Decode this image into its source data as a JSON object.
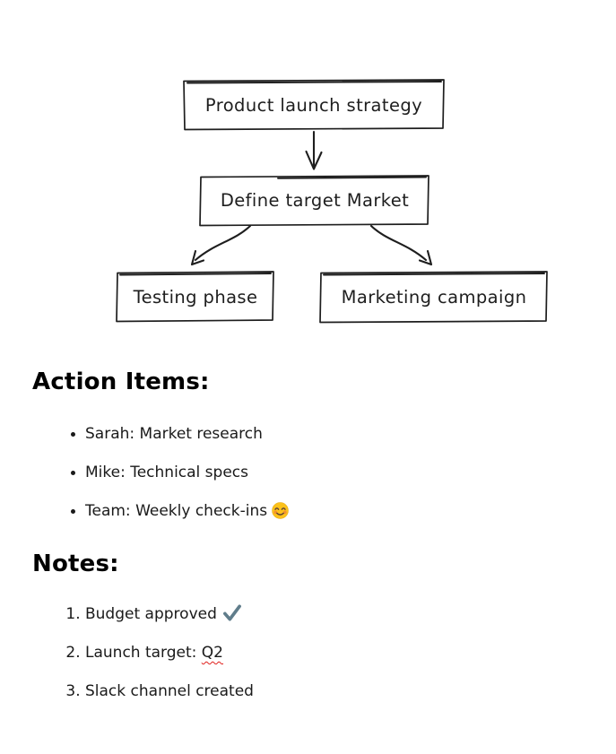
{
  "diagram": {
    "type": "flowchart",
    "style": "hand-drawn",
    "ink_color": "#1e1e1e",
    "fill_color": "#ffffff",
    "nodes": [
      {
        "id": "product-launch",
        "label": "Product launch strategy"
      },
      {
        "id": "define-target-market",
        "label": "Define target Market"
      },
      {
        "id": "testing-phase",
        "label": "Testing phase"
      },
      {
        "id": "marketing-campaign",
        "label": "Marketing campaign"
      }
    ],
    "edges": [
      {
        "from": "product-launch",
        "to": "define-target-market"
      },
      {
        "from": "define-target-market",
        "to": "testing-phase"
      },
      {
        "from": "define-target-market",
        "to": "marketing-campaign"
      }
    ]
  },
  "action_items": {
    "heading": "Action Items:",
    "items": [
      {
        "text": "Sarah: Market research"
      },
      {
        "text": "Mike: Technical specs"
      },
      {
        "text": "Team: Weekly check-ins",
        "emoji": "😊",
        "emoji_name": "smiling-face-with-smiling-eyes"
      }
    ]
  },
  "notes": {
    "heading": "Notes:",
    "items": [
      {
        "number": "1.",
        "text": "Budget approved",
        "emoji": "✔️",
        "emoji_name": "heavy-check-mark",
        "emoji_color": "#607d8b"
      },
      {
        "number": "2.",
        "text": "Launch target: ",
        "flagged_word": "Q2",
        "flag_style": "red-squiggly-underline"
      },
      {
        "number": "3.",
        "text": "Slack channel created"
      }
    ]
  },
  "colors": {
    "background": "#ffffff",
    "heading_text": "#000000",
    "body_text": "#1a1a1a",
    "diagram_ink": "#1e1e1e",
    "check_mark": "#607d8b",
    "spellcheck_underline": "#e0201c"
  }
}
